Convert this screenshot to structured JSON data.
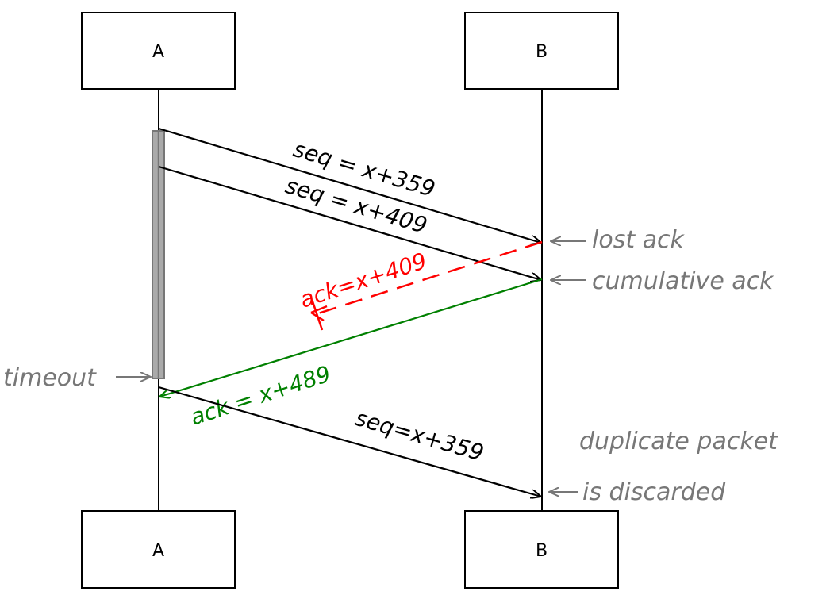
{
  "participants": {
    "top_left": "A",
    "top_right": "B",
    "bottom_left": "A",
    "bottom_right": "B"
  },
  "messages": [
    {
      "label": "seq = x+359",
      "from": "A",
      "to": "B",
      "color": "#000000"
    },
    {
      "label": "seq = x+409",
      "from": "A",
      "to": "B",
      "color": "#000000"
    },
    {
      "label": "ack=x+409",
      "from": "B",
      "to": "A",
      "color": "#ff0000",
      "lost": true
    },
    {
      "label": "ack = x+489",
      "from": "B",
      "to": "A",
      "color": "#008000"
    },
    {
      "label": "seq=x+359",
      "from": "A",
      "to": "B",
      "color": "#000000"
    }
  ],
  "notes": {
    "lost_ack": "lost ack",
    "cumulative_ack": "cumulative ack",
    "timeout": "timeout",
    "duplicate_line1": "duplicate packet",
    "duplicate_line2": "is discarded"
  }
}
